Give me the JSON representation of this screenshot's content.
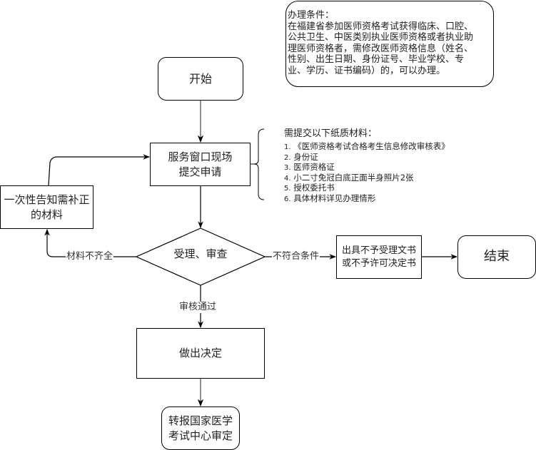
{
  "conditions": {
    "text": "办理条件：\n在福建省参加医师资格考试获得临床、口腔、\n公共卫生、中医类别执业医师资格或者执业助\n理医师资格者，需修改医师资格信息（姓名、\n性别、出生日期、身份证号、毕业学校、专\n业、学历、证书编码）的，可以办理。"
  },
  "nodes": {
    "start": "开始",
    "service": "服务窗口现场\n提交申请",
    "notify": "一次性告知需补正\n的材料",
    "review": "受理、审查",
    "reject": "出具不予受理文书\n或不予许可决定书",
    "end": "结束",
    "decide": "做出决定",
    "final": "转报国家医学\n考试中心审定"
  },
  "edge_labels": {
    "incomplete": "材料不齐全",
    "not_qualified": "不符合条件",
    "approved": "审核通过"
  },
  "materials": {
    "heading": "需提交以下纸质材料：",
    "items": [
      {
        "num": "1.",
        "text": "《医师资格考试合格考生信息修改审核表》"
      },
      {
        "num": "2.",
        "text": "身份证"
      },
      {
        "num": "3.",
        "text": "医师资格证"
      },
      {
        "num": "4.",
        "text": "小二寸免冠白底正面半身照片2张"
      },
      {
        "num": "5.",
        "text": "授权委托书"
      },
      {
        "num": "6.",
        "text": "具体材料详见办理情形"
      }
    ]
  }
}
